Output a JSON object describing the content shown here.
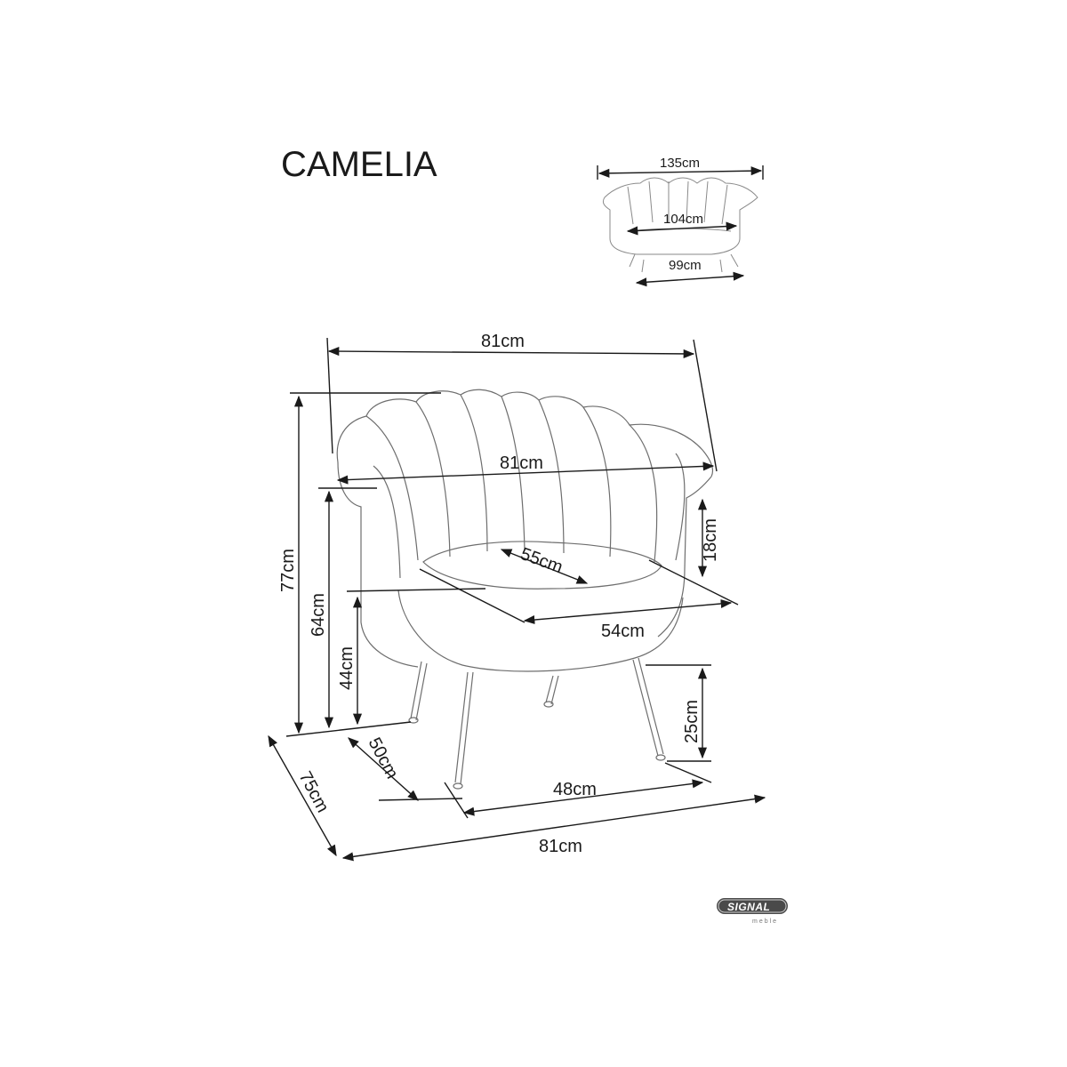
{
  "product": {
    "name": "CAMELIA"
  },
  "sofa_view": {
    "width_total": "135cm",
    "seat_width": "104cm",
    "base_width": "99cm"
  },
  "armchair_view": {
    "width_top": "81cm",
    "width_arms": "81cm",
    "seat_depth": "55cm",
    "seat_width": "54cm",
    "arm_height_above_seat": "18cm",
    "total_height": "77cm",
    "arm_height": "64cm",
    "seat_height": "44cm",
    "leg_height": "25cm",
    "leg_depth": "50cm",
    "leg_width": "48cm",
    "total_depth": "75cm",
    "width_bottom": "81cm"
  },
  "brand": {
    "logo_text": "SIGNAL",
    "logo_sub": "meble"
  }
}
